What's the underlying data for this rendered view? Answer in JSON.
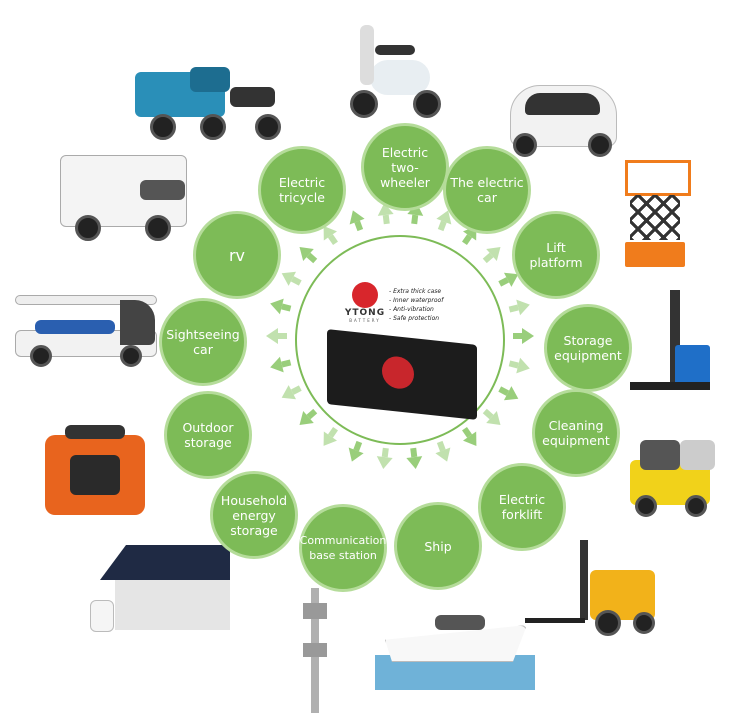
{
  "center": {
    "brand": "YTONG",
    "brand_sub": "BATTERY",
    "features": [
      "Extra thick case",
      "Inner waterproof",
      "Anti-vibration",
      "Safe protection"
    ]
  },
  "applications": [
    {
      "label": "Electric two-wheeler"
    },
    {
      "label": "The electric car"
    },
    {
      "label": "Lift platform"
    },
    {
      "label": "Storage equipment"
    },
    {
      "label": "Cleaning equipment"
    },
    {
      "label": "Electric forklift"
    },
    {
      "label": "Ship"
    },
    {
      "label": "Communication base station"
    },
    {
      "label": "Household energy storage"
    },
    {
      "label": "Outdoor storage"
    },
    {
      "label": "Sightseeing car"
    },
    {
      "label": "rv"
    },
    {
      "label": "Electric tricycle"
    }
  ],
  "colors": {
    "circle": "#7dbb57",
    "circle_border": "#b5dc9a",
    "arrow": "#8fc96d"
  }
}
